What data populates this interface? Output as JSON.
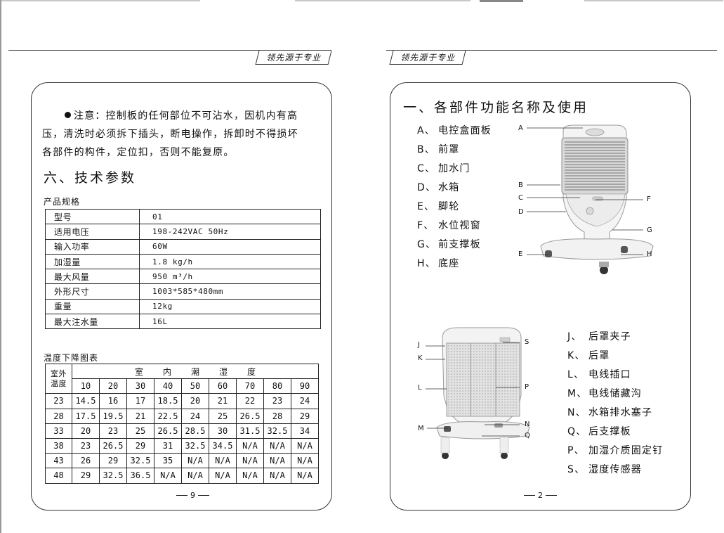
{
  "header": {
    "slogan_left": "领先源于专业",
    "slogan_right": "领先源于专业"
  },
  "left_page": {
    "note": {
      "line1": "注意：控制板的任何部位不可沾水，因机内有高",
      "line2": "压，清洗时必须拆下插头，断电操作，拆卸时不得损坏",
      "line3": "各部件的构件，定位扣，否则不能复原。"
    },
    "section_title": "六、技术参数",
    "spec_caption": "产品规格",
    "specs": [
      {
        "key": "型号",
        "value": "01"
      },
      {
        "key": "适用电压",
        "value": "198-242VAC  50Hz"
      },
      {
        "key": "输入功率",
        "value": "60W"
      },
      {
        "key": "加湿量",
        "value": "1.8 kg/h"
      },
      {
        "key": "最大风量",
        "value": "950 m³/h"
      },
      {
        "key": "外形尺寸",
        "value": "1003*585*480mm"
      },
      {
        "key": "重量",
        "value": "12kg"
      },
      {
        "key": "最大注水量",
        "value": "16L"
      }
    ],
    "temp_caption": "温度下降图表",
    "temp_table": {
      "corner_line1": "室外",
      "corner_line2": "温度",
      "header_chars": [
        "室",
        "内",
        "潮",
        "湿",
        "度"
      ],
      "humidity": [
        "10",
        "20",
        "30",
        "40",
        "50",
        "60",
        "70",
        "80",
        "90"
      ],
      "rows": [
        {
          "t": "23",
          "v": [
            "14.5",
            "16",
            "17",
            "18.5",
            "20",
            "21",
            "22",
            "23",
            "24"
          ]
        },
        {
          "t": "28",
          "v": [
            "17.5",
            "19.5",
            "21",
            "22.5",
            "24",
            "25",
            "26.5",
            "28",
            "29"
          ]
        },
        {
          "t": "33",
          "v": [
            "20",
            "23",
            "25",
            "26.5",
            "28.5",
            "30",
            "31.5",
            "32.5",
            "34"
          ]
        },
        {
          "t": "38",
          "v": [
            "23",
            "26.5",
            "29",
            "31",
            "32.5",
            "34.5",
            "N/A",
            "N/A",
            "N/A"
          ]
        },
        {
          "t": "43",
          "v": [
            "26",
            "29",
            "32.5",
            "35",
            "N/A",
            "N/A",
            "N/A",
            "N/A",
            "N/A"
          ]
        },
        {
          "t": "48",
          "v": [
            "29",
            "32.5",
            "36.5",
            "N/A",
            "N/A",
            "N/A",
            "N/A",
            "N/A",
            "N/A"
          ]
        }
      ]
    },
    "page_number": "9"
  },
  "right_page": {
    "section_title": "一、各部件功能名称及使用",
    "front_parts": [
      {
        "code": "A、",
        "name": "电控盒面板"
      },
      {
        "code": "B、",
        "name": "前罩"
      },
      {
        "code": "C、",
        "name": "加水门"
      },
      {
        "code": "D、",
        "name": "水箱"
      },
      {
        "code": "E、",
        "name": "脚轮"
      },
      {
        "code": "F、",
        "name": "水位视窗"
      },
      {
        "code": "G、",
        "name": "前支撑板"
      },
      {
        "code": "H、",
        "name": "底座"
      }
    ],
    "rear_parts": [
      {
        "code": "J、",
        "name": "后罩夹子"
      },
      {
        "code": "K、",
        "name": "后罩"
      },
      {
        "code": "L、",
        "name": "电线插口"
      },
      {
        "code": "M、",
        "name": "电线储藏沟"
      },
      {
        "code": "N、",
        "name": "水箱排水塞子"
      },
      {
        "code": "Q、",
        "name": "后支撑板"
      },
      {
        "code": "P、",
        "name": "加湿介质固定钉"
      },
      {
        "code": "S、",
        "name": "湿度传感器"
      }
    ],
    "callouts_front": [
      "A",
      "B",
      "C",
      "D",
      "E",
      "F",
      "G",
      "H"
    ],
    "callouts_rear": [
      "J",
      "K",
      "L",
      "M",
      "S",
      "P",
      "N",
      "Q"
    ],
    "page_number": "2"
  }
}
